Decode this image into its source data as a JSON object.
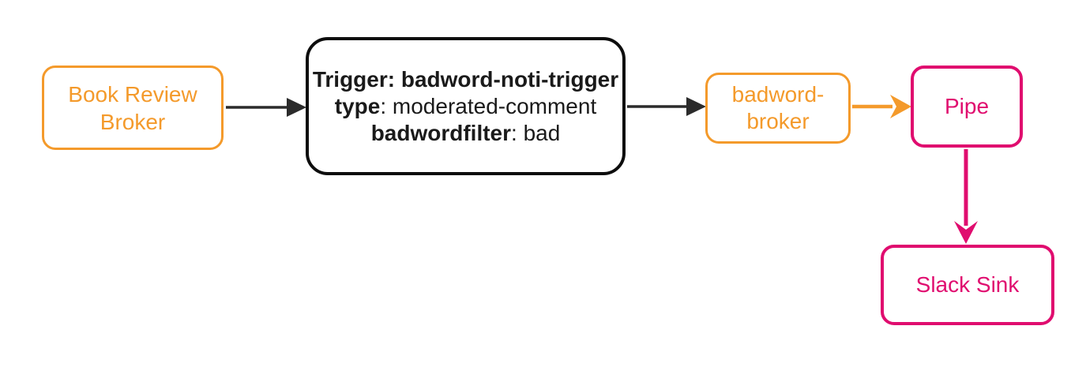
{
  "colors": {
    "background": "#FFFFFF",
    "orange": "#F49A2B",
    "pink": "#E00D6F",
    "node_border_dark": "#0D0D0D",
    "text_dark": "#1A1A1A",
    "arrow_dark": "#2B2B2B"
  },
  "nodes": {
    "book_review_broker": {
      "lines": [
        "Book Review",
        "Broker"
      ]
    },
    "trigger": {
      "line1_bold": "Trigger: badword-noti-trigger",
      "line2_bold": "type",
      "line2_rest": ": moderated-comment",
      "line3_bold": "badwordfilter",
      "line3_rest": ": bad"
    },
    "badword_broker": {
      "lines": [
        "badword-",
        "broker"
      ]
    },
    "pipe": {
      "label": "Pipe"
    },
    "slack_sink": {
      "label": "Slack Sink"
    }
  },
  "edges": [
    {
      "from": "book-review-broker",
      "to": "trigger",
      "color": "dark"
    },
    {
      "from": "trigger",
      "to": "badword-broker",
      "color": "dark"
    },
    {
      "from": "badword-broker",
      "to": "pipe",
      "color": "orange"
    },
    {
      "from": "pipe",
      "to": "slack-sink",
      "color": "pink"
    }
  ]
}
